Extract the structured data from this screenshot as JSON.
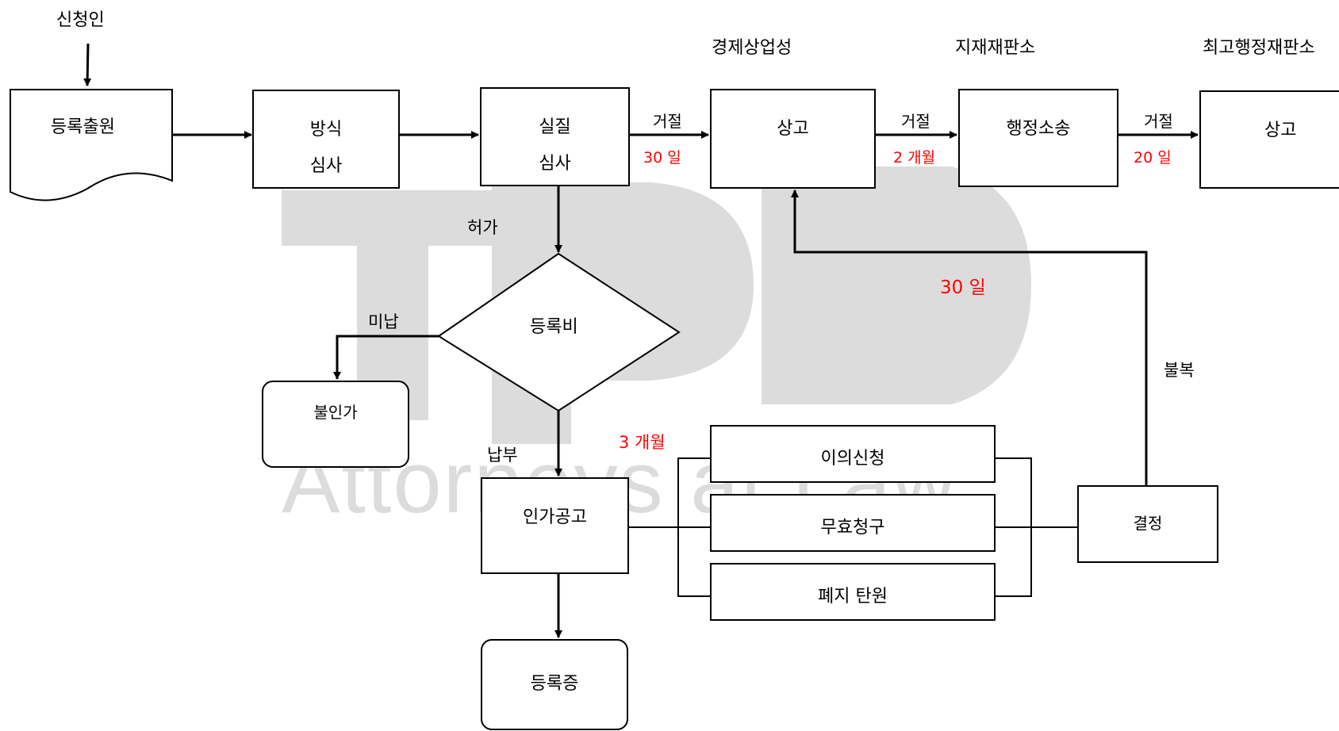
{
  "actors": {
    "applicant": "신청인"
  },
  "headers": {
    "ministry": "경제상업성",
    "ip_court": "지재재판소",
    "supreme_court": "최고행정재판소"
  },
  "boxes": {
    "filing": "등록출원",
    "formal_exam_line1": "방식",
    "formal_exam_line2": "심사",
    "substantive_exam_line1": "실질",
    "substantive_exam_line2": "심사",
    "appeal_ministry": "상고",
    "admin_litigation": "행정소송",
    "appeal_supreme": "상고",
    "registration_fee": "등록비",
    "not_approved": "불인가",
    "approval_publication": "인가공고",
    "certificate": "등록증",
    "opposition": "이의신청",
    "invalidation": "무효청구",
    "cancellation": "폐지 탄원",
    "decision": "결정"
  },
  "labels": {
    "reject_1": "거절",
    "deadline_1": "30 일",
    "reject_2": "거절",
    "deadline_2": "2 개월",
    "reject_3": "거절",
    "deadline_3": "20 일",
    "approve": "허가",
    "unpaid": "미납",
    "paid": "납부",
    "deadline_opposition": "3 개월",
    "deadline_appeal": "30 일",
    "dissatisfaction": "불복"
  },
  "watermark": {
    "text": "Attorneys at Law",
    "color": "#d9d9d9"
  },
  "colors": {
    "deadline": "#ff0000",
    "line": "#000000"
  }
}
